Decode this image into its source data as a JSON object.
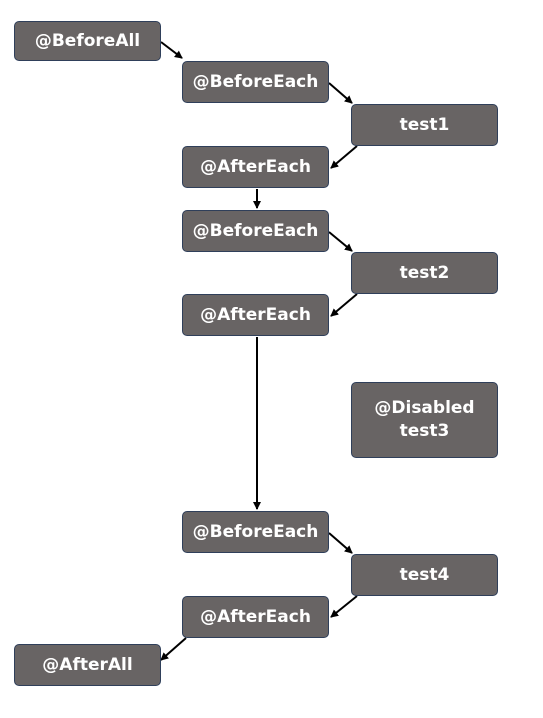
{
  "nodes": {
    "before_all": "@BeforeAll",
    "before_each_1": "@BeforeEach",
    "test1": "test1",
    "after_each_1": "@AfterEach",
    "before_each_2": "@BeforeEach",
    "test2": "test2",
    "after_each_2": "@AfterEach",
    "disabled_line1": "@Disabled",
    "disabled_line2": "test3",
    "before_each_4": "@BeforeEach",
    "test4": "test4",
    "after_each_4": "@AfterEach",
    "after_all": "@AfterAll"
  },
  "colors": {
    "node_fill": "#686464",
    "node_border": "#2f3f5a",
    "node_text": "#ffffff",
    "arrow": "#000000"
  }
}
